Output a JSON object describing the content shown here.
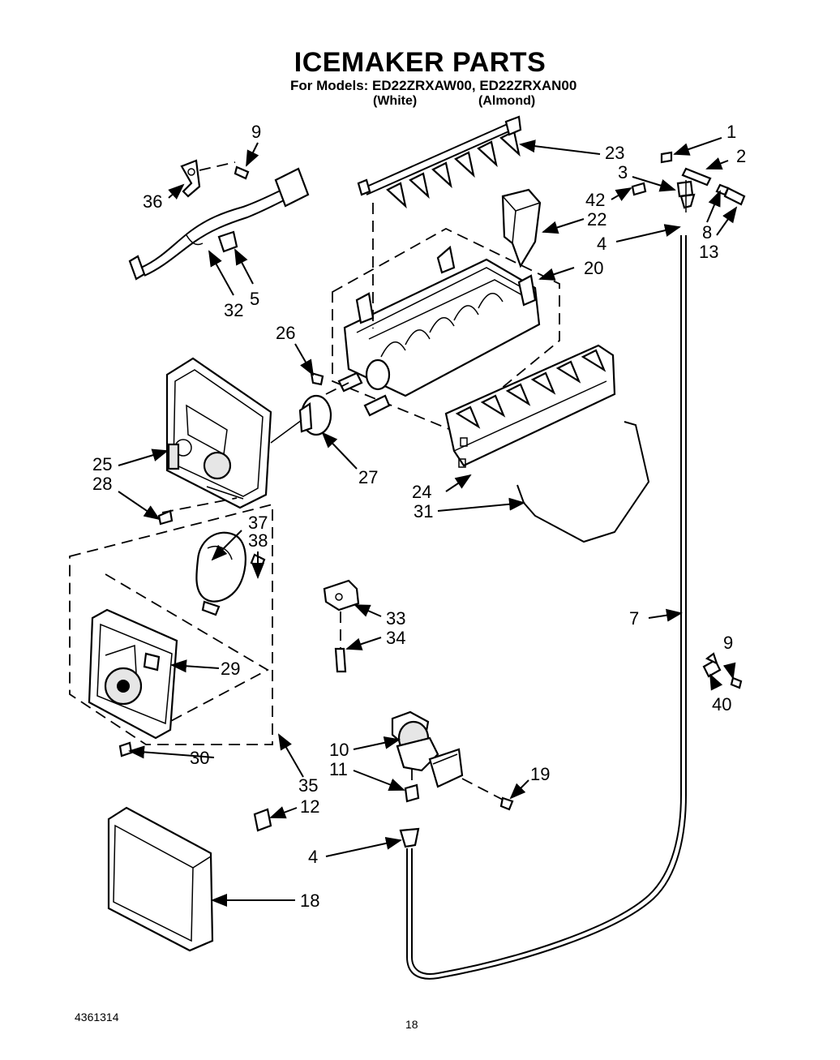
{
  "header": {
    "title": "ICEMAKER PARTS",
    "subtitle": "For Models: ED22ZRXAW00, ED22ZRXAN00",
    "variant_white": "(White)",
    "variant_almond": "(Almond)"
  },
  "footer": {
    "doc_number": "4361314",
    "page_number": "18"
  },
  "callouts": {
    "c1": "1",
    "c2": "2",
    "c3": "3",
    "c4a": "4",
    "c4b": "4",
    "c5": "5",
    "c7": "7",
    "c8": "8",
    "c9a": "9",
    "c9b": "9",
    "c10": "10",
    "c11": "11",
    "c12": "12",
    "c13": "13",
    "c18": "18",
    "c19": "19",
    "c20": "20",
    "c22": "22",
    "c23": "23",
    "c24": "24",
    "c25": "25",
    "c26": "26",
    "c27": "27",
    "c28": "28",
    "c29": "29",
    "c30": "30",
    "c31": "31",
    "c32": "32",
    "c33": "33",
    "c34": "34",
    "c35": "35",
    "c36": "36",
    "c37": "37",
    "c38": "38",
    "c40": "40",
    "c42": "42"
  }
}
